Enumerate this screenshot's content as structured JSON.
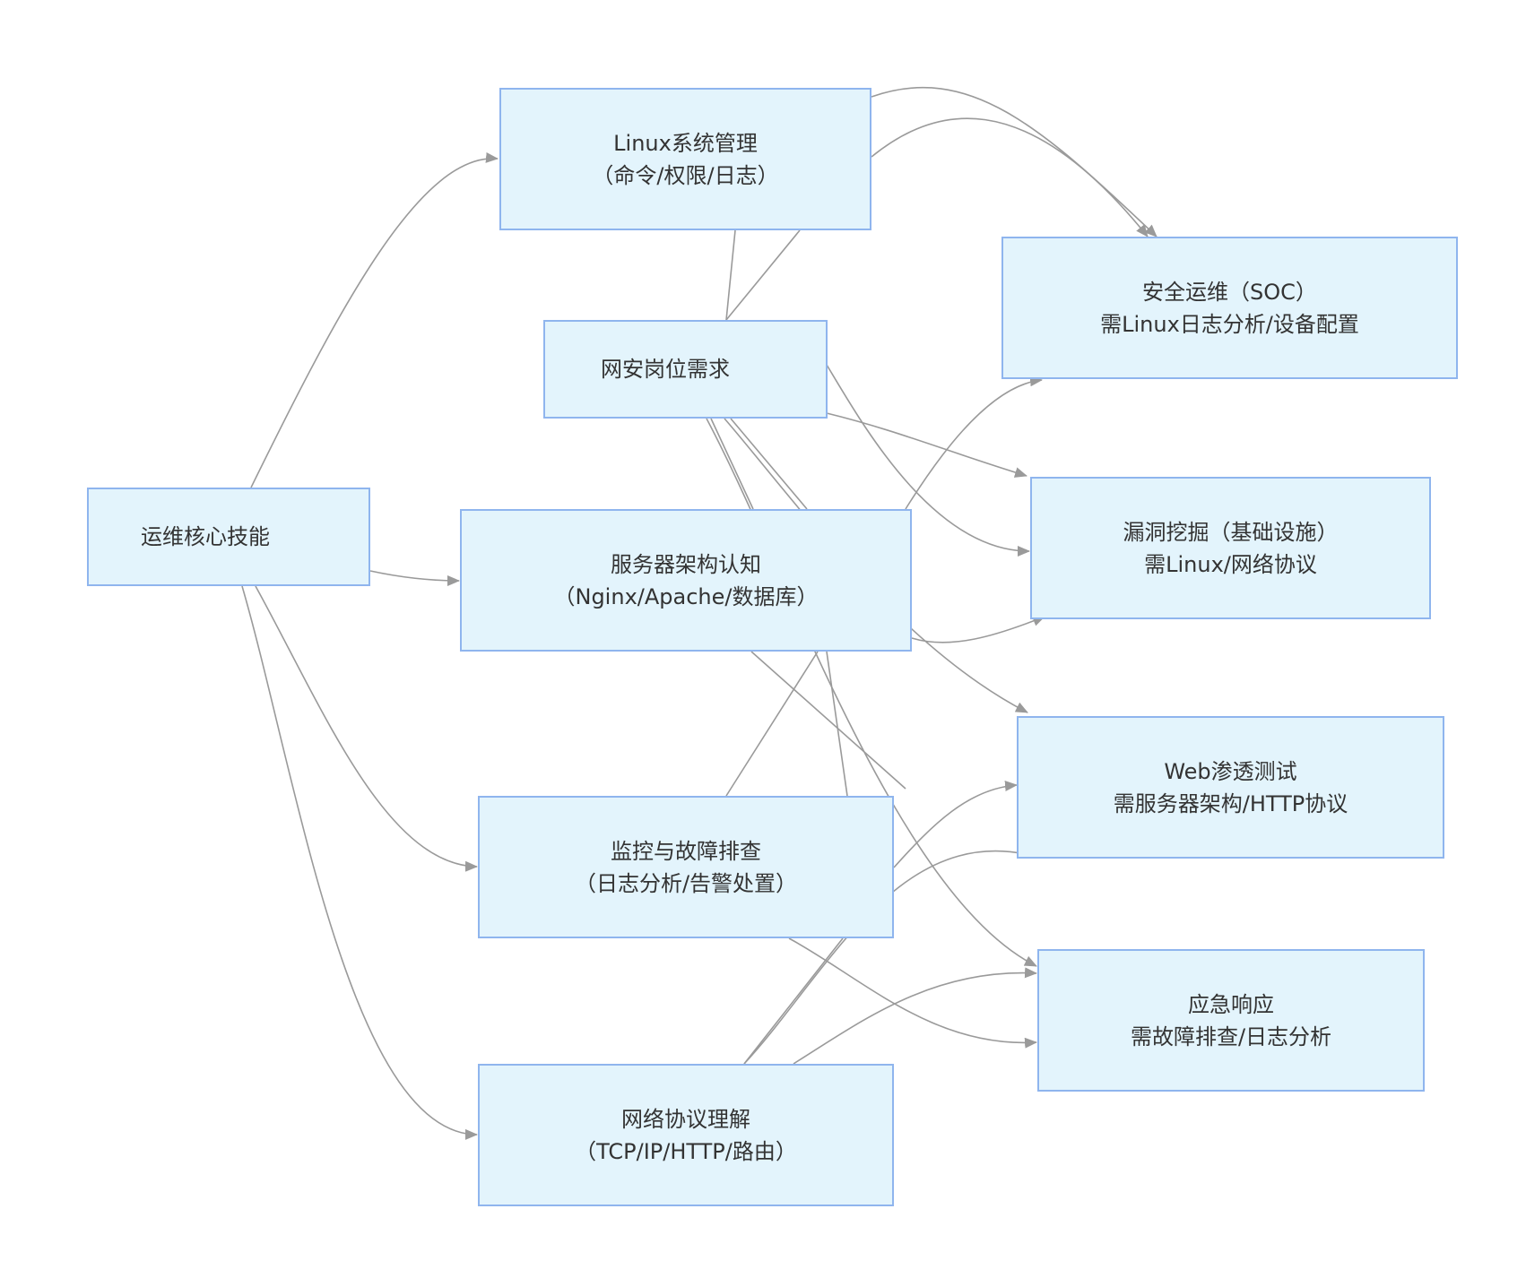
{
  "nodes": {
    "core": {
      "lines": [
        "运维核心技能"
      ]
    },
    "linux": {
      "lines": [
        "Linux系统管理",
        "（命令/权限/日志）"
      ]
    },
    "req": {
      "lines": [
        "网安岗位需求"
      ]
    },
    "srv": {
      "lines": [
        "服务器架构认知",
        "（Nginx/Apache/数据库）"
      ]
    },
    "mon": {
      "lines": [
        "监控与故障排查",
        "（日志分析/告警处置）"
      ]
    },
    "net": {
      "lines": [
        "网络协议理解",
        "（TCP/IP/HTTP/路由）"
      ]
    },
    "soc": {
      "lines": [
        "安全运维（SOC）",
        "需Linux日志分析/设备配置"
      ]
    },
    "vuln": {
      "lines": [
        "漏洞挖掘（基础设施）",
        "需Linux/网络协议"
      ]
    },
    "web": {
      "lines": [
        "Web渗透测试",
        "需服务器架构/HTTP协议"
      ]
    },
    "ir": {
      "lines": [
        "应急响应",
        "需故障排查/日志分析"
      ]
    }
  },
  "edges": [
    {
      "from": "运维核心技能",
      "to": "Linux系统管理"
    },
    {
      "from": "运维核心技能",
      "to": "服务器架构认知"
    },
    {
      "from": "运维核心技能",
      "to": "监控与故障排查"
    },
    {
      "from": "运维核心技能",
      "to": "网络协议理解"
    },
    {
      "from": "网安岗位需求",
      "to": "安全运维（SOC）"
    },
    {
      "from": "网安岗位需求",
      "to": "漏洞挖掘（基础设施）"
    },
    {
      "from": "网安岗位需求",
      "to": "Web渗透测试"
    },
    {
      "from": "网安岗位需求",
      "to": "应急响应"
    },
    {
      "from": "Linux系统管理",
      "to": "安全运维（SOC）"
    },
    {
      "from": "Linux系统管理",
      "to": "漏洞挖掘（基础设施）"
    },
    {
      "from": "服务器架构认知",
      "to": "安全运维（SOC）"
    },
    {
      "from": "服务器架构认知",
      "to": "漏洞挖掘（基础设施）"
    },
    {
      "from": "监控与故障排查",
      "to": "Web渗透测试"
    },
    {
      "from": "监控与故障排查",
      "to": "应急响应"
    },
    {
      "from": "网络协议理解",
      "to": "Web渗透测试"
    },
    {
      "from": "网络协议理解",
      "to": "应急响应"
    }
  ],
  "colors": {
    "node_fill": "#e3f4fc",
    "node_border": "#8fb5ee",
    "edge": "#9a9a9a",
    "text": "#333333"
  }
}
